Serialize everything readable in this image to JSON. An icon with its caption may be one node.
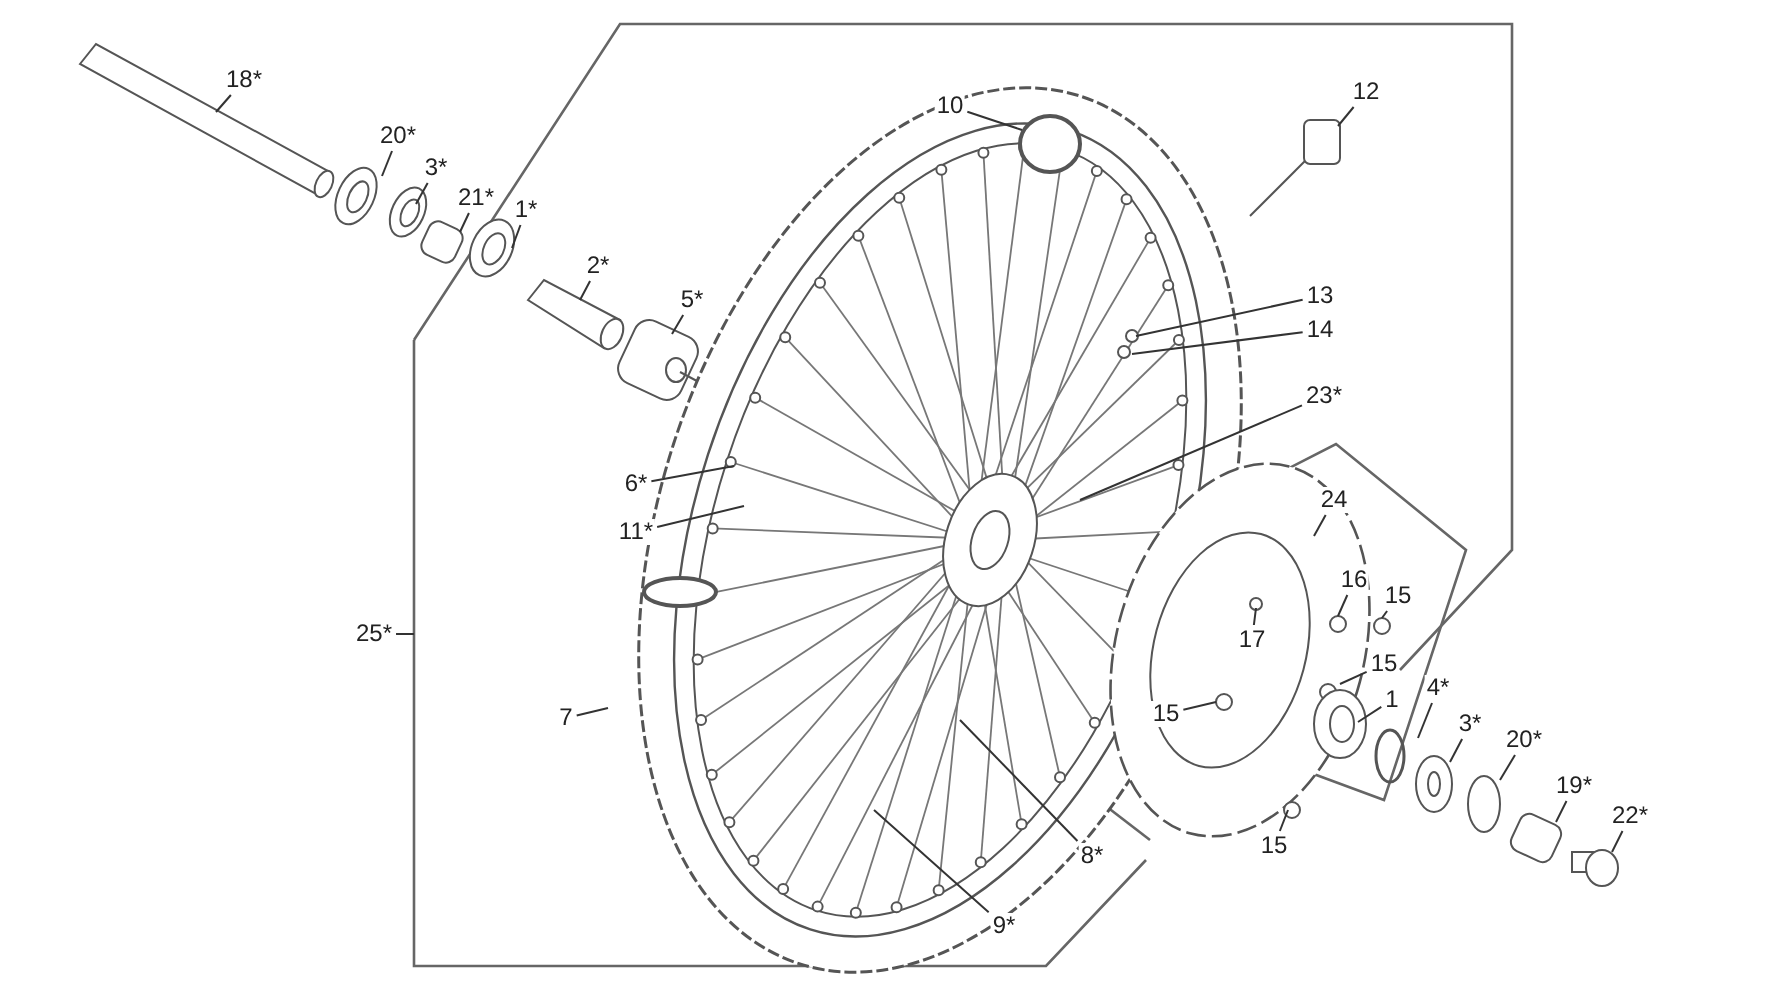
{
  "diagram": {
    "nodes": [
      {
        "text": [
          "18*"
        ]
      },
      {
        "text": [
          "20*"
        ]
      },
      {
        "text": [
          "3*"
        ]
      },
      {
        "text": [
          "21*"
        ]
      },
      {
        "text": [
          "1*"
        ]
      },
      {
        "text": [
          "2*"
        ]
      },
      {
        "text": [
          "5*"
        ]
      },
      {
        "text": [
          "10"
        ]
      },
      {
        "text": [
          "12"
        ]
      },
      {
        "text": [
          "13"
        ]
      },
      {
        "text": [
          "14"
        ]
      },
      {
        "text": [
          "23*"
        ]
      },
      {
        "text": [
          "6*"
        ]
      },
      {
        "text": [
          "11*"
        ]
      },
      {
        "text": [
          "24"
        ]
      },
      {
        "text": [
          "16"
        ]
      },
      {
        "text": [
          "15"
        ]
      },
      {
        "text": [
          "17"
        ]
      },
      {
        "text": [
          "15"
        ]
      },
      {
        "text": [
          "1"
        ]
      },
      {
        "text": [
          "15"
        ]
      },
      {
        "text": [
          "4*"
        ]
      },
      {
        "text": [
          "3*"
        ]
      },
      {
        "text": [
          "20*"
        ]
      },
      {
        "text": [
          "19*"
        ]
      },
      {
        "text": [
          "22*"
        ]
      },
      {
        "text": [
          "7"
        ]
      },
      {
        "text": [
          "25*"
        ]
      },
      {
        "text": [
          "15"
        ]
      },
      {
        "text": [
          "8*"
        ]
      },
      {
        "text": [
          "9*"
        ]
      }
    ],
    "edges": [
      {
        "from": 0,
        "to": null,
        "arrow": "none"
      },
      {
        "from": 1,
        "to": null,
        "arrow": "none"
      },
      {
        "from": 2,
        "to": null,
        "arrow": "none"
      },
      {
        "from": 3,
        "to": null,
        "arrow": "none"
      },
      {
        "from": 4,
        "to": null,
        "arrow": "none"
      },
      {
        "from": 5,
        "to": null,
        "arrow": "none"
      },
      {
        "from": 6,
        "to": null,
        "arrow": "none"
      },
      {
        "from": 7,
        "to": null,
        "arrow": "none"
      },
      {
        "from": 8,
        "to": null,
        "arrow": "none"
      },
      {
        "from": 9,
        "to": null,
        "arrow": "none"
      },
      {
        "from": 10,
        "to": null,
        "arrow": "none"
      },
      {
        "from": 11,
        "to": null,
        "arrow": "none"
      },
      {
        "from": 12,
        "to": null,
        "arrow": "none"
      },
      {
        "from": 13,
        "to": null,
        "arrow": "none"
      },
      {
        "from": 14,
        "to": null,
        "arrow": "none"
      },
      {
        "from": 15,
        "to": null,
        "arrow": "none"
      },
      {
        "from": 16,
        "to": null,
        "arrow": "none"
      },
      {
        "from": 17,
        "to": null,
        "arrow": "none"
      },
      {
        "from": 18,
        "to": null,
        "arrow": "none"
      },
      {
        "from": 19,
        "to": null,
        "arrow": "none"
      },
      {
        "from": 20,
        "to": null,
        "arrow": "none"
      },
      {
        "from": 21,
        "to": null,
        "arrow": "none"
      },
      {
        "from": 22,
        "to": null,
        "arrow": "none"
      },
      {
        "from": 23,
        "to": null,
        "arrow": "none"
      },
      {
        "from": 24,
        "to": null,
        "arrow": "none"
      },
      {
        "from": 25,
        "to": null,
        "arrow": "none"
      },
      {
        "from": 26,
        "to": null,
        "arrow": "none"
      },
      {
        "from": 27,
        "to": null,
        "arrow": "none"
      },
      {
        "from": 28,
        "to": null,
        "arrow": "none"
      },
      {
        "from": 29,
        "to": null,
        "arrow": "none"
      },
      {
        "from": 30,
        "to": null,
        "arrow": "none"
      }
    ]
  }
}
